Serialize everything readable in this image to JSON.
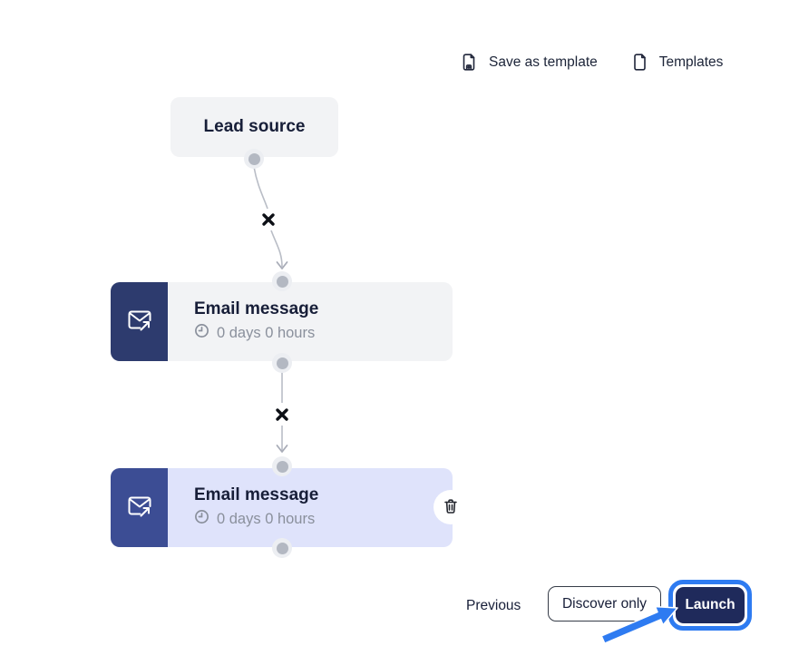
{
  "header": {
    "save_as_template_label": "Save as template",
    "templates_label": "Templates"
  },
  "nodes": {
    "lead_source": {
      "title": "Lead source"
    },
    "email_1": {
      "title": "Email message",
      "delay": "0 days 0 hours"
    },
    "email_2": {
      "title": "Email message",
      "delay": "0 days 0 hours"
    }
  },
  "footer": {
    "previous_label": "Previous",
    "discover_label": "Discover only",
    "launch_label": "Launch"
  },
  "icons": {
    "save_as_template": "file-plus-icon",
    "templates": "file-icon",
    "email_node": "send-email-icon",
    "delay": "clock-icon",
    "delete_node": "trash-icon",
    "connector_break": "x-mark-icon"
  },
  "colors": {
    "node_bg": "#f2f3f5",
    "node_selected_bg": "#dfe3fb",
    "icon_block": "#2d3b6e",
    "icon_block_selected": "#3c4d94",
    "title_text": "#171e38",
    "muted_text": "#8a909c",
    "connector": "#b9bdc6",
    "launch_button_bg": "#1f2a5b",
    "highlight_blue": "#2e7bf1"
  }
}
